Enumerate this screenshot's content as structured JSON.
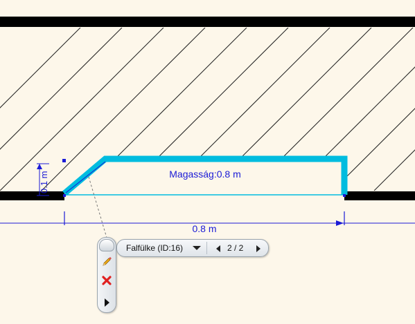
{
  "drawing": {
    "height_label": "Magasság:0.8 m",
    "depth_dimension": "0.1 m",
    "width_dimension": "0.8 m",
    "colors": {
      "background": "#fdf7ea",
      "wall": "#000000",
      "hatch": "#1e1e1e",
      "niche_highlight": "#00bcdf",
      "dimension": "#1a1ad6"
    }
  },
  "palette": {
    "element_label": "Falfülke (ID:16)",
    "page_indicator": "2 / 2",
    "tools": [
      "pencil-icon",
      "delete-icon",
      "expand-arrow-icon"
    ]
  }
}
